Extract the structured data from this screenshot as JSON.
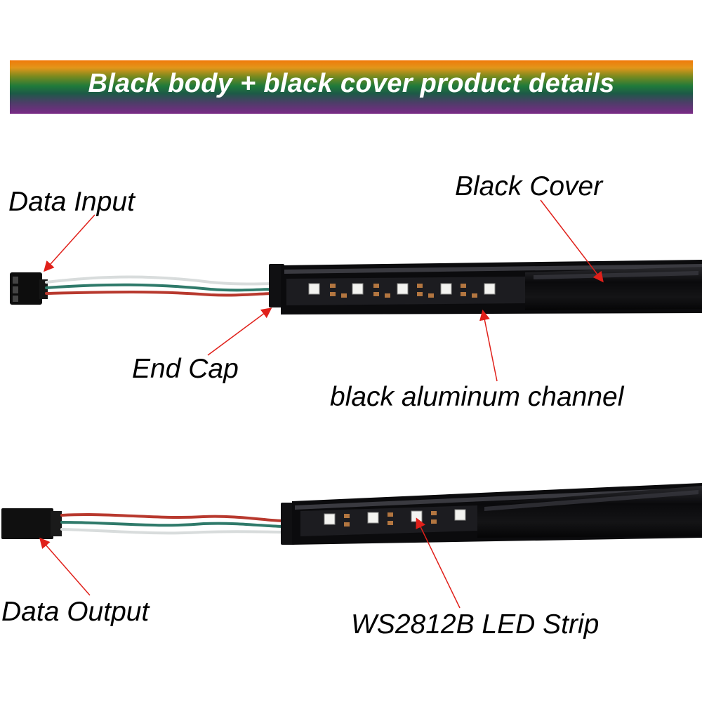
{
  "banner": {
    "title": "Black body + black cover product details"
  },
  "labels": {
    "data_input": "Data Input",
    "black_cover": "Black Cover",
    "end_cap": "End Cap",
    "black_aluminum_channel": "black aluminum channel",
    "data_output": "Data Output",
    "ws2812b_led_strip": "WS2812B LED Strip"
  },
  "colors": {
    "arrow": "#e0201a",
    "channel": "#0b0b0d",
    "pcb": "#1c1c20",
    "wire_red": "#b8392e",
    "wire_green": "#2f7a6a",
    "wire_white": "#d8dcdc"
  }
}
